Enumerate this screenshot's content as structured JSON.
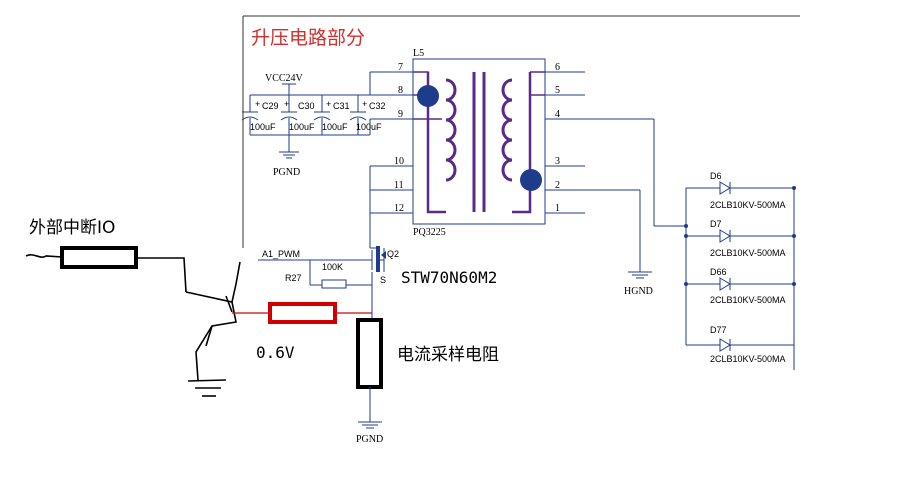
{
  "title": "升压电路部分",
  "transformer": {
    "ref": "L5",
    "part": "PQ3225",
    "left_pins": [
      "7",
      "8",
      "9",
      "10",
      "11",
      "12"
    ],
    "right_pins": [
      "6",
      "5",
      "4",
      "3",
      "2",
      "1"
    ]
  },
  "supply": {
    "label": "VCC24V",
    "ground": "PGND"
  },
  "capacitors": [
    {
      "ref": "C29",
      "value": "100uF"
    },
    {
      "ref": "C30",
      "value": "100uF"
    },
    {
      "ref": "C31",
      "value": "100uF"
    },
    {
      "ref": "C32",
      "value": "100uF"
    }
  ],
  "mosfet": {
    "ref": "Q2",
    "gate_net": "A1_PWM",
    "part": "STW70N60M2",
    "source_pin": "S"
  },
  "gate_resistor": {
    "ref": "R27",
    "value": "100K"
  },
  "hv_ground": "HGND",
  "sense_ground": "PGND",
  "diodes": [
    {
      "ref": "D6",
      "part": "2CLB10KV-500MA"
    },
    {
      "ref": "D7",
      "part": "2CLB10KV-500MA"
    },
    {
      "ref": "D66",
      "part": "2CLB10KV-500MA"
    },
    {
      "ref": "D77",
      "part": "2CLB10KV-500MA"
    }
  ],
  "annotations": {
    "external_interrupt": "外部中断IO",
    "voltage": "0.6V",
    "sense_resistor": "电流采样电阻"
  },
  "colors": {
    "wire": "#1e3c8c",
    "hand_wire": "#000000",
    "red_wire": "#c80a0a",
    "dot": "#1e3c8c",
    "title": "#d03030"
  }
}
